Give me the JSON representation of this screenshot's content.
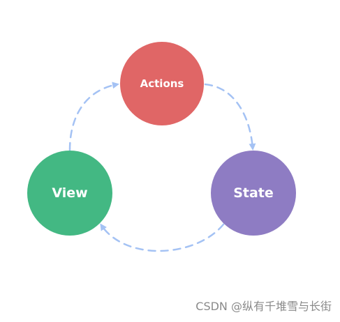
{
  "nodes": {
    "actions": {
      "label": "Actions",
      "color": "#E06666"
    },
    "state": {
      "label": "State",
      "color": "#8E7CC3"
    },
    "view": {
      "label": "View",
      "color": "#43B883"
    }
  },
  "arrow_color": "#A4C2F4",
  "flow": [
    "View",
    "Actions",
    "State",
    "View"
  ],
  "watermark": "CSDN @纵有千堆雪与长街"
}
